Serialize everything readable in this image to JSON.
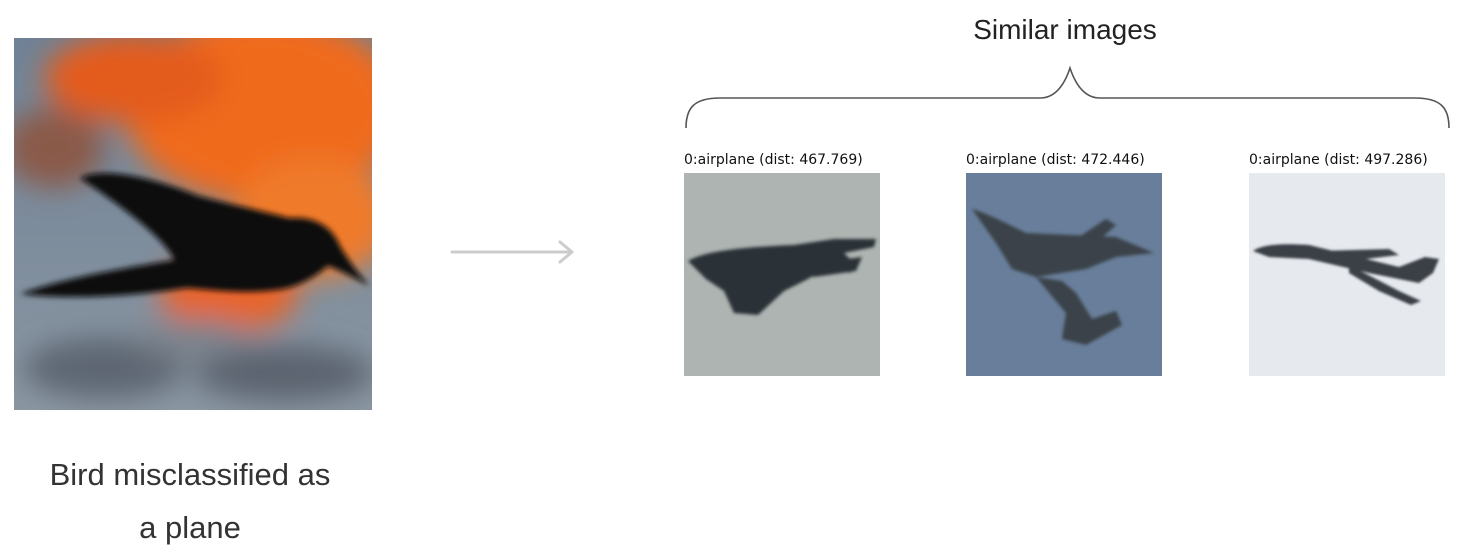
{
  "query": {
    "caption_line1": "Bird misclassified as",
    "caption_line2": "a plane"
  },
  "group": {
    "title": "Similar images"
  },
  "results": [
    {
      "label": "0:airplane (dist: 467.769)",
      "class": "airplane",
      "dist": 467.769
    },
    {
      "label": "0:airplane (dist: 472.446)",
      "class": "airplane",
      "dist": 472.446
    },
    {
      "label": "0:airplane (dist: 497.286)",
      "class": "airplane",
      "dist": 497.286
    }
  ],
  "colors": {
    "arrow": "#cccccc",
    "brace": "#555555",
    "caption": "#333333",
    "sunset_orange": "#f26a1b",
    "sky_blue": "#6a7f94",
    "thumb1_bg": "#aeb4b1",
    "thumb2_bg": "#687e9a",
    "thumb3_bg": "#e6e9ee"
  },
  "icons": {
    "arrow": "right-arrow-icon",
    "brace": "curly-brace-icon"
  }
}
